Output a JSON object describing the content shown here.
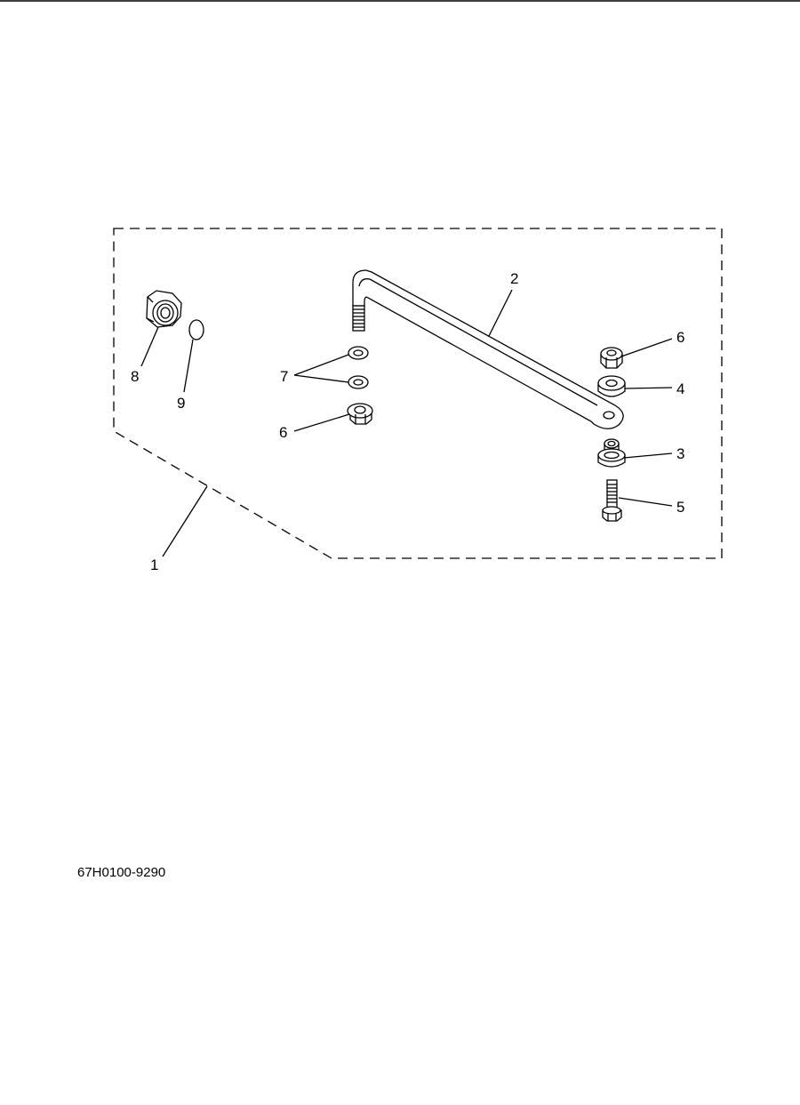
{
  "callouts": {
    "c1": "1",
    "c2": "2",
    "c3": "3",
    "c4": "4",
    "c5": "5",
    "c6a": "6",
    "c6b": "6",
    "c7": "7",
    "c8": "8",
    "c9": "9"
  },
  "part_code": "67H0100-9290"
}
